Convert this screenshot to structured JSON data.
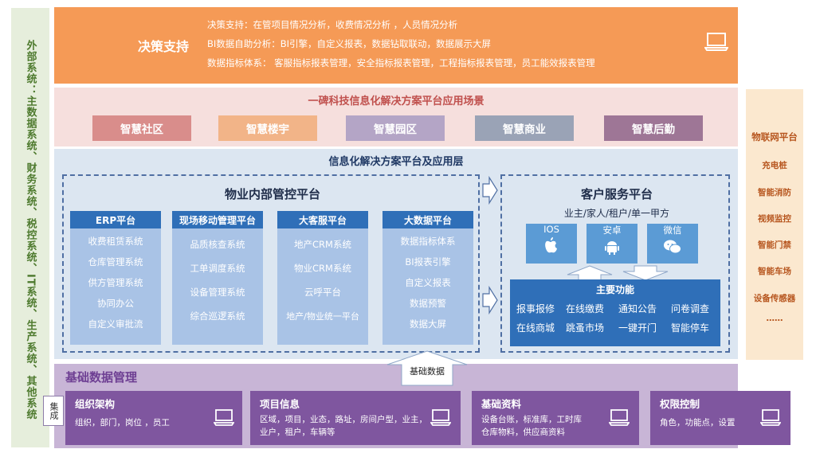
{
  "external_systems": "外部系统：主数据系统、财务系统、税控系统、IT系统、生产系统、其他系统",
  "decision": {
    "title": "决策支持",
    "lines": [
      "决策支持：在管项目情况分析，收费情况分析 ，人员情况分析",
      "BI数据自助分析：BI引擎，自定义报表，数据钻取联动，数据展示大屏",
      "数据指标体系： 客服指标报表管理，安全指标报表管理，工程指标报表管理，员工能效报表管理"
    ],
    "icons": [
      "laptop-icon",
      "tablet-icon"
    ]
  },
  "scenarios": {
    "title": "一碑科技信息化解决方案平台应用场景",
    "items": [
      {
        "label": "智慧社区",
        "color": "#d98d8b"
      },
      {
        "label": "智慧楼宇",
        "color": "#f2b488"
      },
      {
        "label": "智慧园区",
        "color": "#b4a5c6"
      },
      {
        "label": "智慧商业",
        "color": "#9aa3b6"
      },
      {
        "label": "智慧后勤",
        "color": "#9e7696"
      }
    ]
  },
  "platform": {
    "title": "信息化解决方案平台及应用层",
    "internal": {
      "title": "物业内部管控平台",
      "columns": [
        {
          "header": "ERP平台",
          "items": [
            "收费租赁系统",
            "仓库管理系统",
            "供方管理系统",
            "协同办公",
            "自定义审批流"
          ]
        },
        {
          "header": "现场移动管理平台",
          "items": [
            "品质核查系统",
            "工单调度系统",
            "设备管理系统",
            "综合巡逻系统"
          ]
        },
        {
          "header": "大客服平台",
          "items": [
            "地产CRM系统",
            "物业CRM系统",
            "云呼平台",
            "地产/物业统一平台"
          ]
        },
        {
          "header": "大数据平台",
          "items": [
            "数据指标体系",
            "BI报表引擎",
            "自定义报表",
            "数据预警",
            "数据大屏"
          ]
        }
      ]
    },
    "client": {
      "title": "客户服务平台",
      "subtitle": "业主/家人/租户/单一甲方",
      "channels": [
        {
          "label": "IOS",
          "icon": "apple-icon"
        },
        {
          "label": "安卓",
          "icon": "android-icon"
        },
        {
          "label": "微信",
          "icon": "wechat-icon"
        }
      ],
      "functions_title": "主要功能",
      "functions": [
        "报事报修",
        "在线缴费",
        "通知公告",
        "问卷调查",
        "在线商城",
        "跳蚤市场",
        "一键开门",
        "智能停车"
      ]
    }
  },
  "base": {
    "title": "基础数据管理",
    "arrow_label": "基础数据",
    "integrate_label": "集成",
    "cards": [
      {
        "title": "组织架构",
        "desc": [
          "组织，部门，岗位 ，员工"
        ]
      },
      {
        "title": "项目信息",
        "desc": [
          "区域，项目，业态，路址，房间户型，业主，",
          "业户，租户，车辆等"
        ]
      },
      {
        "title": "基础资料",
        "desc": [
          "设备台账，标准库，工时库",
          "仓库物料，供应商资料"
        ]
      },
      {
        "title": "权限控制",
        "desc": [
          "角色，功能点，设置"
        ]
      }
    ]
  },
  "iot": {
    "title": "物联网平台",
    "items": [
      "充电桩",
      "智能消防",
      "视频监控",
      "智能门禁",
      "智能车场",
      "设备传感器",
      "……"
    ]
  }
}
